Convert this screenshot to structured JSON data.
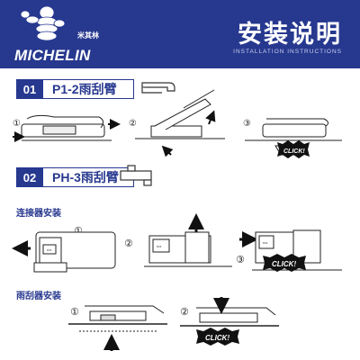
{
  "header": {
    "brand_name": "MICHELIN",
    "brand_cn": "米其林",
    "title_cn": "安装说明",
    "title_en": "INSTALLATION INSTRUCTIONS"
  },
  "sections": [
    {
      "number": "01",
      "title": "P1-2雨刮臂"
    },
    {
      "number": "02",
      "title": "PH-3雨刮臂"
    }
  ],
  "sublabels": {
    "connector": "连接器安装",
    "wiper": "雨刮器安装"
  },
  "steps": [
    "①",
    "②",
    "③"
  ],
  "click_text": "CLICK!",
  "colors": {
    "brand_blue": "#27388f",
    "arrow_black": "#111111"
  }
}
